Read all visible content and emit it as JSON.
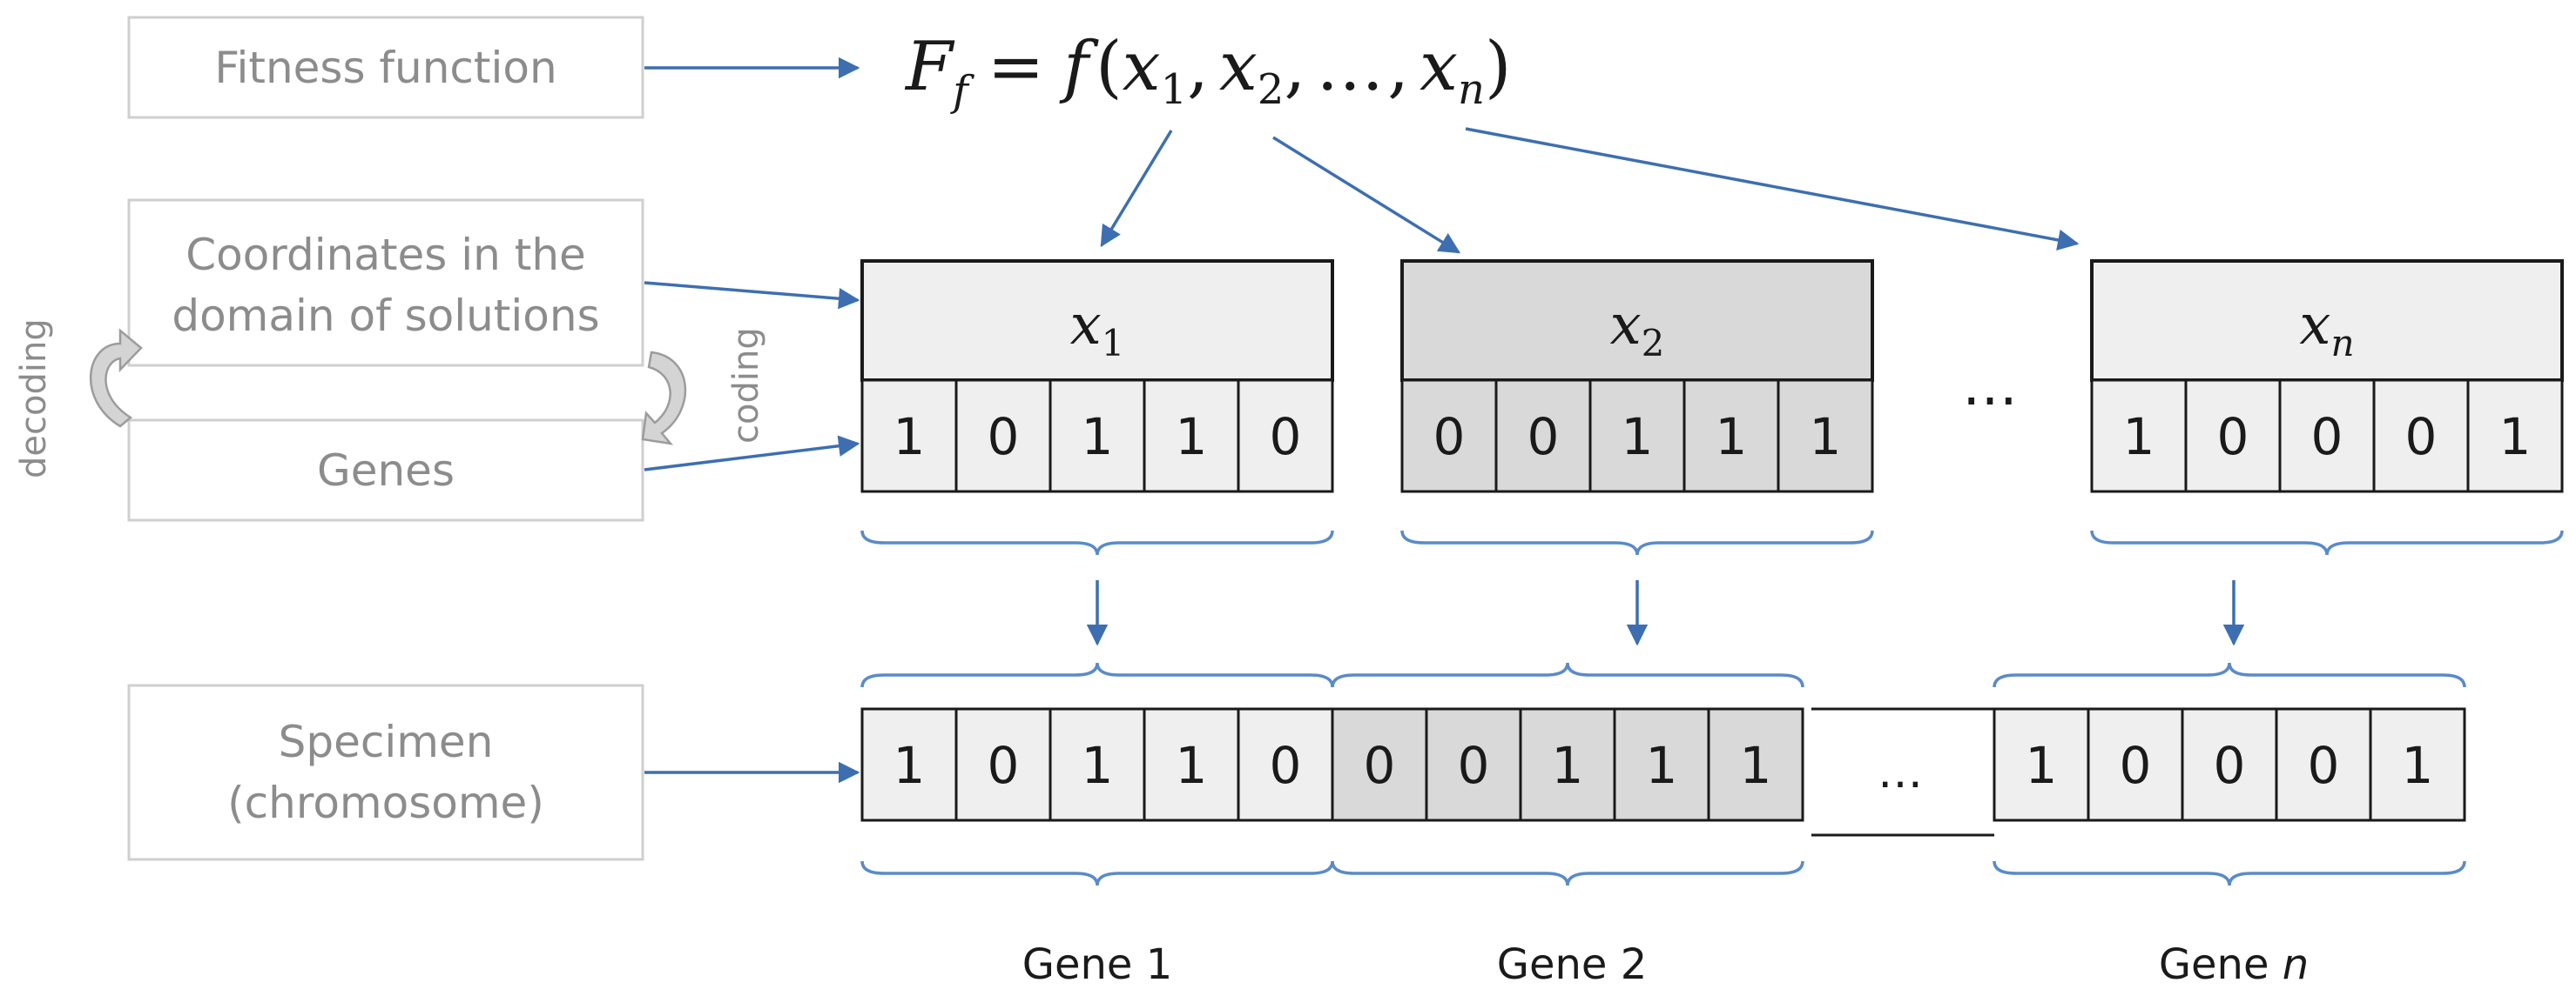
{
  "labels": {
    "fitness": "Fitness function",
    "coordinates_line1": "Coordinates in the",
    "coordinates_line2": "domain of solutions",
    "genes": "Genes",
    "specimen_line1": "Specimen",
    "specimen_line2": "(chromosome)",
    "decoding": "decoding",
    "coding": "coding"
  },
  "formula": {
    "lhs": "F",
    "lhs_sub": "f",
    "eq": "=",
    "func": "f",
    "open": "(",
    "x": "x",
    "sub1": "1",
    "sub2": "2",
    "subn": "n",
    "comma": ",",
    "ellipsis": "…",
    "close": ")"
  },
  "variables": [
    {
      "name": "x",
      "sub": "1",
      "bits": [
        "1",
        "0",
        "1",
        "1",
        "0"
      ],
      "fill": "#efefef"
    },
    {
      "name": "x",
      "sub": "2",
      "bits": [
        "0",
        "0",
        "1",
        "1",
        "1"
      ],
      "fill": "#d9d9d9"
    },
    {
      "name": "x",
      "sub": "n",
      "bits": [
        "1",
        "0",
        "0",
        "0",
        "1"
      ],
      "fill": "#efefef"
    }
  ],
  "dots_between_vars": "…",
  "chromosome": {
    "segment1": [
      "1",
      "0",
      "1",
      "1",
      "0"
    ],
    "segment2": [
      "0",
      "0",
      "1",
      "1",
      "1"
    ],
    "gap": "…",
    "segmentn": [
      "1",
      "0",
      "0",
      "0",
      "1"
    ]
  },
  "gene_labels": [
    {
      "text": "Gene 1"
    },
    {
      "text": "Gene 2"
    },
    {
      "text": "Gene ",
      "italic": "n"
    }
  ],
  "colors": {
    "arrow": "#3d6fb0",
    "brace": "#5a8bc8",
    "label_text": "#8c8c8c",
    "cell_light": "#efefef",
    "cell_dark": "#d9d9d9",
    "header_light": "#efefef",
    "header_dark": "#d9d9d9"
  }
}
